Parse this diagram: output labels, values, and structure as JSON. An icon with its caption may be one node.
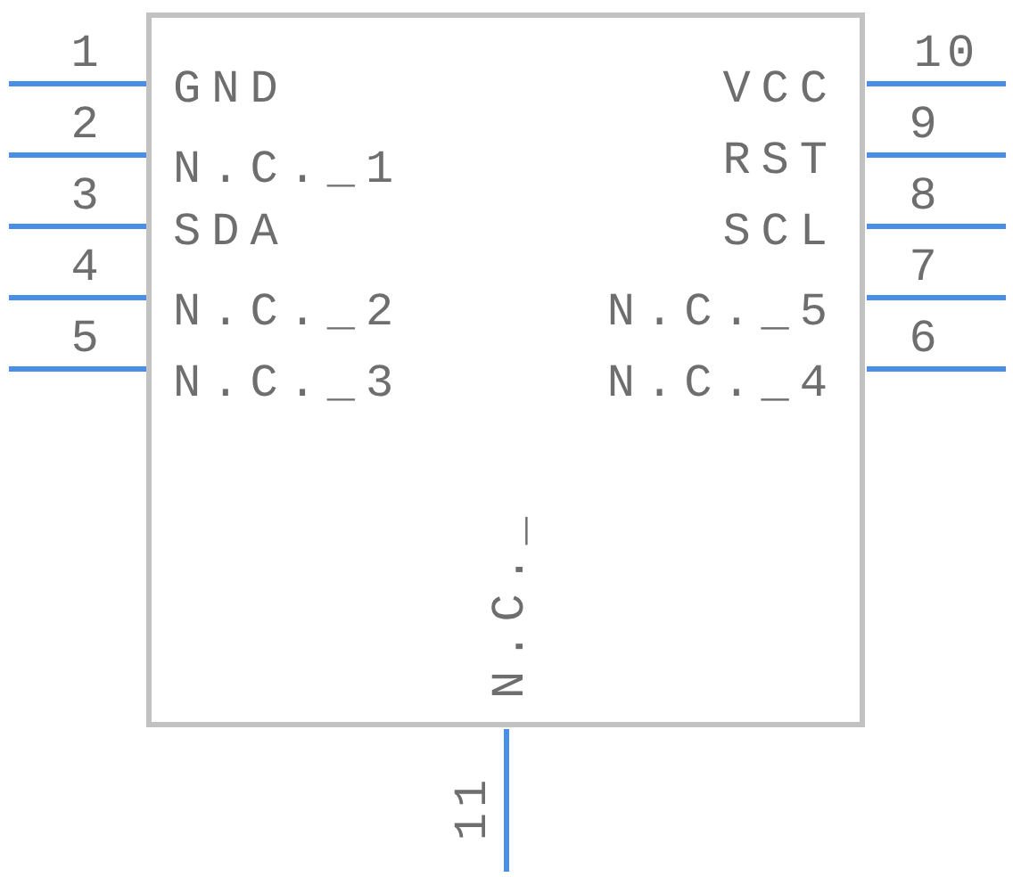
{
  "diagram": {
    "labels": [
      "1",
      "10",
      "GND",
      "VCC",
      "2",
      "9",
      "N.C._1",
      "RST",
      "3",
      "8",
      "SDA",
      "SCL",
      "4",
      "7",
      "N.C._2",
      "N.C._5",
      "5",
      "6",
      "N.C._3",
      "N.C._4",
      "N.C._",
      "11"
    ]
  }
}
